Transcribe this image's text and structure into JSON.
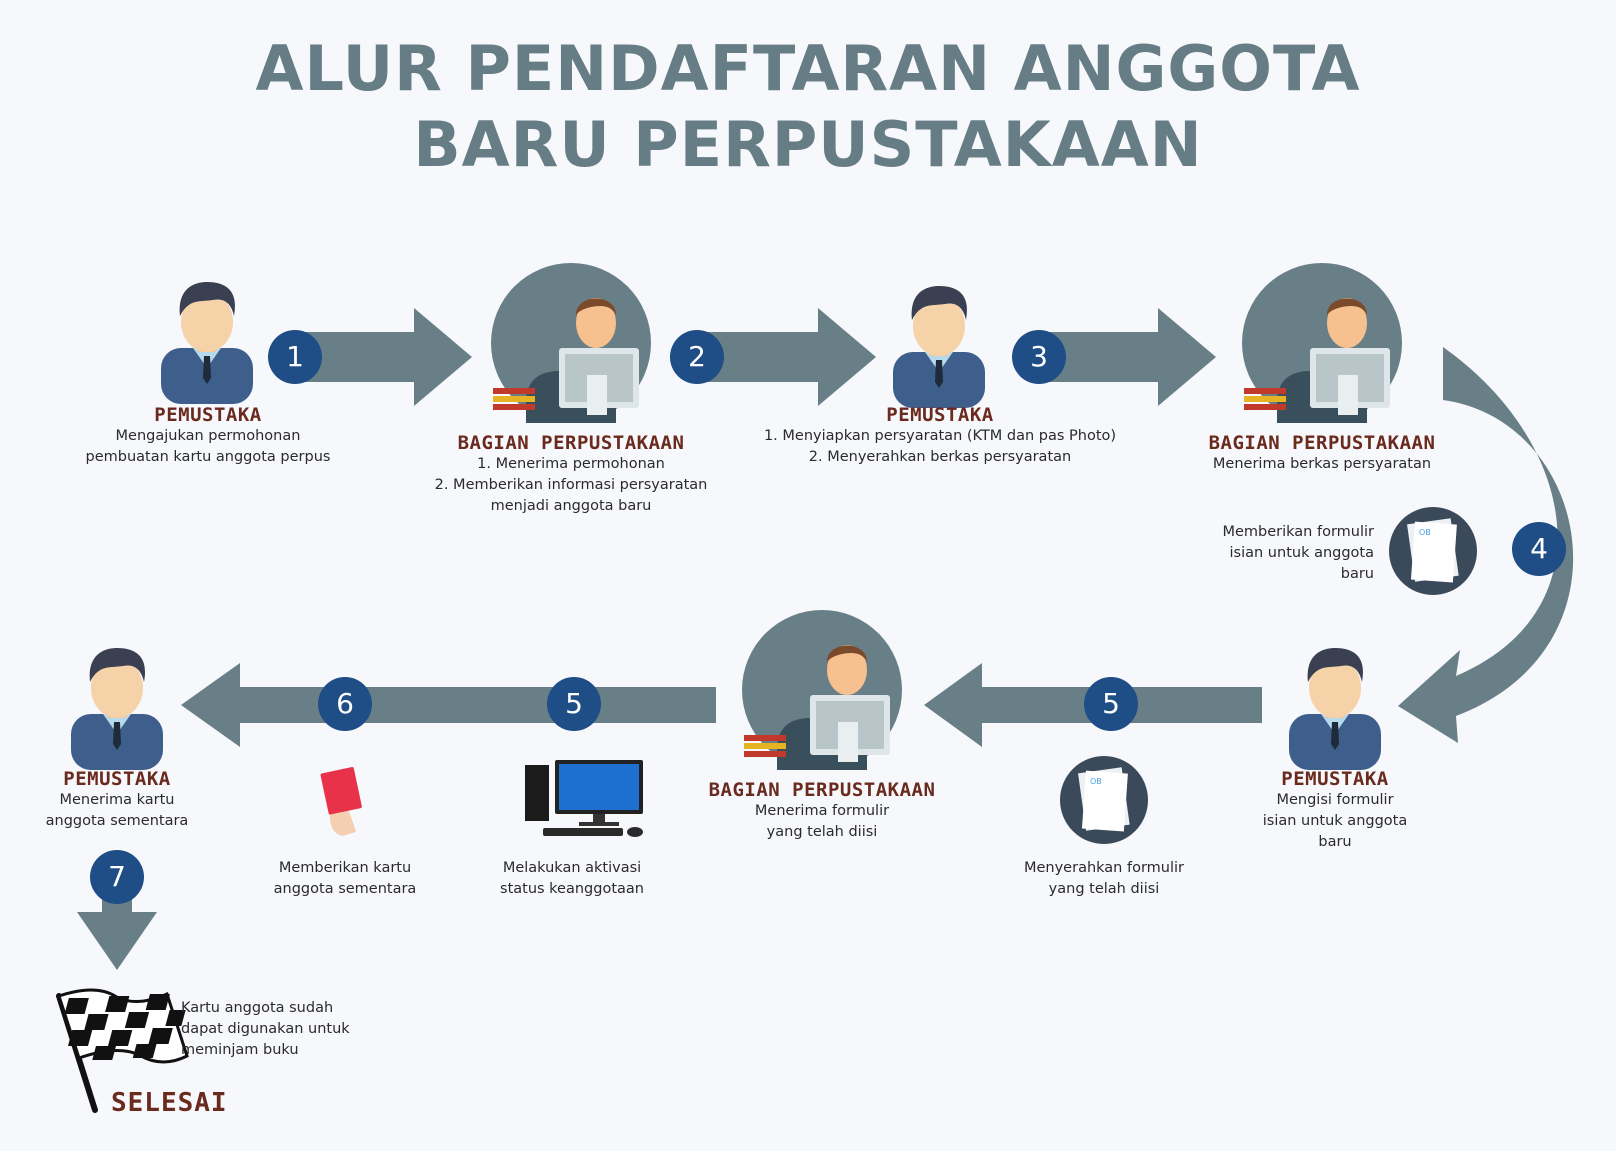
{
  "title": {
    "line1": "ALUR PENDAFTARAN ANGGOTA",
    "line2": "BARU PERPUSTAKAAN"
  },
  "colors": {
    "arrow": "#687f88",
    "badge": "#1f4d86",
    "role": "#6b2a1e",
    "title": "#667d86"
  },
  "steps": [
    {
      "badge": "1",
      "role": "PEMUSTAKA",
      "lines": [
        "Mengajukan permohonan",
        "pembuatan kartu anggota perpus"
      ]
    },
    {
      "badge": "2",
      "role": "BAGIAN PERPUSTAKAAN",
      "lines": [
        "1. Menerima permohonan",
        "2. Memberikan informasi persyaratan",
        "menjadi anggota baru"
      ]
    },
    {
      "badge": "3",
      "role": "PEMUSTAKA",
      "lines": [
        "1. Menyiapkan persyaratan (KTM dan pas Photo)",
        "2. Menyerahkan berkas persyaratan"
      ]
    },
    {
      "badge": "4",
      "role": "BAGIAN PERPUSTAKAAN",
      "lines": [
        "Menerima berkas persyaratan"
      ]
    },
    {
      "badge": "5",
      "role": "PEMUSTAKA",
      "lines": [
        "Mengisi formulir",
        "isian untuk anggota",
        "baru"
      ]
    },
    {
      "badge": "5",
      "role": "BAGIAN PERPUSTAKAAN",
      "lines": [
        "Menerima formulir",
        "yang telah diisi"
      ]
    },
    {
      "badge": "6",
      "role": "PEMUSTAKA",
      "lines": [
        "Menerima kartu",
        "anggota sementara"
      ]
    },
    {
      "badge": "7"
    }
  ],
  "actions": [
    {
      "lines": [
        "Memberikan formulir",
        "isian untuk anggota",
        "baru"
      ]
    },
    {
      "lines": [
        "Menyerahkan formulir",
        "yang telah diisi"
      ]
    },
    {
      "lines": [
        "Melakukan aktivasi",
        "status keanggotaan"
      ]
    },
    {
      "lines": [
        "Memberikan kartu",
        "anggota sementara"
      ]
    }
  ],
  "finish": {
    "label": "SELESAI",
    "lines": [
      "Kartu anggota sudah",
      "dapat digunakan untuk",
      "meminjam buku"
    ]
  },
  "icons": {
    "user": "user-icon",
    "librarian": "librarian-icon",
    "form": "form-document-icon",
    "computer": "desktop-computer-icon",
    "card": "card-hand-icon",
    "flag": "checkered-flag-icon"
  }
}
